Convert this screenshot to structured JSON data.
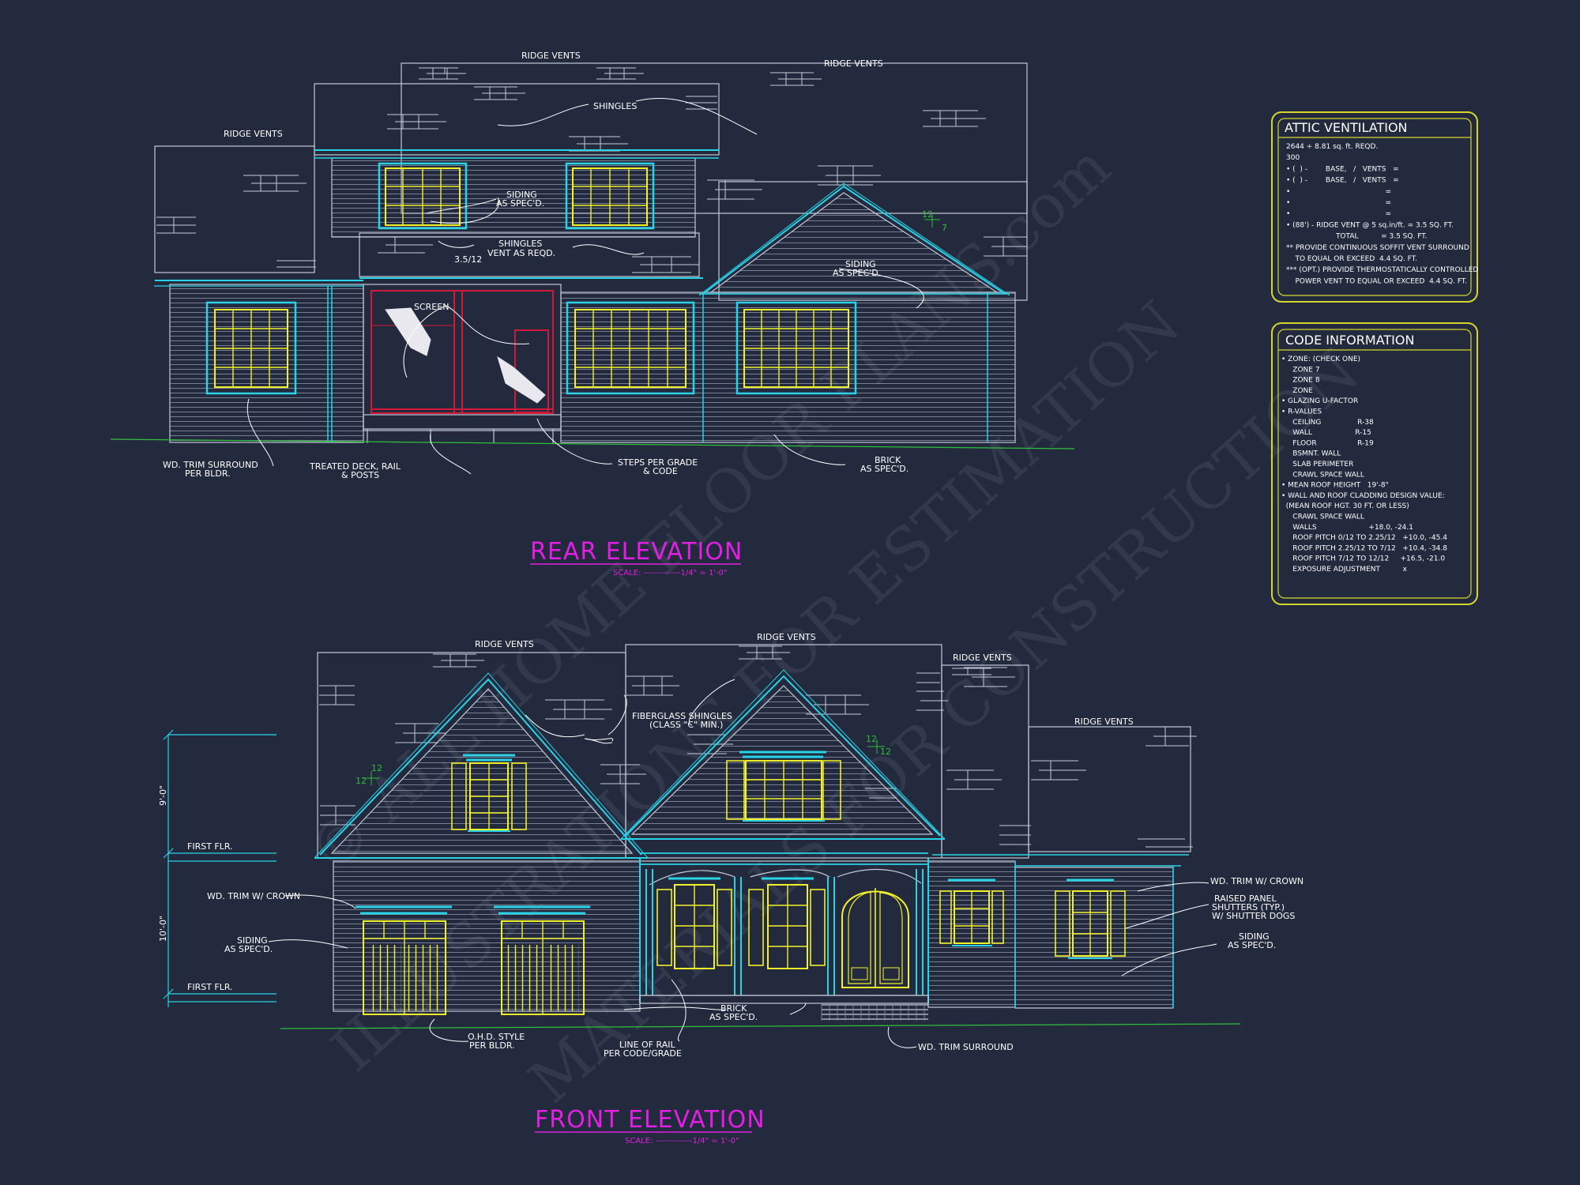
{
  "rear_elevation": {
    "title": "REAR ELEVATION",
    "scale": "SCALE: -------------1/4\" = 1'-0\"",
    "labels": {
      "ridge_vents_top": "RIDGE VENTS",
      "ridge_vents_right": "RIDGE VENTS",
      "ridge_vents_left": "RIDGE VENTS",
      "shingles": "SHINGLES",
      "siding_upper_1": "SIDING",
      "siding_upper_2": "AS SPEC'D.",
      "shingles_vent_1": "SHINGLES",
      "shingles_vent_2": "VENT AS REQD.",
      "pitch_35": "3.5/12",
      "siding_right_1": "SIDING",
      "siding_right_2": "AS SPEC'D.",
      "pitch_12": "12",
      "pitch_7": "7",
      "screen": "SCREEN",
      "wd_trim_1": "WD. TRIM SURROUND",
      "wd_trim_2": "PER BLDR.",
      "deck_1": "TREATED DECK, RAIL",
      "deck_2": "& POSTS",
      "steps_1": "STEPS PER GRADE",
      "steps_2": "& CODE",
      "brick_1": "BRICK",
      "brick_2": "AS SPEC'D."
    }
  },
  "front_elevation": {
    "title": "FRONT ELEVATION",
    "scale": "SCALE: -------------1/4\" = 1'-0\"",
    "labels": {
      "ridge_vents_left": "RIDGE VENTS",
      "ridge_vents_center": "RIDGE VENTS",
      "ridge_vents_right": "RIDGE VENTS",
      "ridge_vents_far_right": "RIDGE VENTS",
      "fiberglass_1": "FIBERGLASS SHINGLES",
      "fiberglass_2": "(CLASS \"C\" MIN.)",
      "pitch_left_a": "12",
      "pitch_left_b": "12",
      "pitch_center_a": "12",
      "pitch_center_b": "12",
      "dim_upper": "9'-0\"",
      "dim_lower": "10'-0\"",
      "first_flr_upper": "FIRST FLR.",
      "first_flr_lower": "FIRST FLR.",
      "wd_trim_crown_left": "WD. TRIM W/ CROWN",
      "siding_left_1": "SIDING",
      "siding_left_2": "AS SPEC'D.",
      "ohd_1": "O.H.D. STYLE",
      "ohd_2": "PER BLDR.",
      "brick_1": "BRICK",
      "brick_2": "AS SPEC'D.",
      "rail_1": "LINE OF RAIL",
      "rail_2": "PER CODE/GRADE",
      "wd_trim_surround": "WD. TRIM SURROUND",
      "wd_trim_crown_right": "WD. TRIM W/ CROWN",
      "shutters_1": "RAISED PANEL",
      "shutters_2": "SHUTTERS (TYP.)",
      "shutters_3": "W/ SHUTTER DOGS",
      "siding_right_1": "SIDING",
      "siding_right_2": "AS SPEC'D."
    }
  },
  "attic_ventilation": {
    "title": "ATTIC VENTILATION",
    "lines": [
      "2644 ÷ 8.81 sq. ft. REQD.",
      "300",
      "• (  ) -        BASE,   /   VENTS   =",
      "• (  ) -        BASE,   /   VENTS   =",
      "•                                          =",
      "•                                          =",
      "•                                          =",
      "• (88') - RIDGE VENT @ 5 sq.in/ft. = 3.5 SQ. FT.",
      "                      TOTAL          = 3.5 SQ. FT.",
      "** PROVIDE CONTINUOUS SOFFIT VENT SURROUND",
      "    TO EQUAL OR EXCEED  4.4 SQ. FT.",
      "*** (OPT.) PROVIDE THERMOSTATICALLY CONTROLLED",
      "    POWER VENT TO EQUAL OR EXCEED  4.4 SQ. FT."
    ]
  },
  "code_information": {
    "title": "CODE INFORMATION",
    "lines": [
      "• ZONE: (CHECK ONE)",
      "     ZONE 7",
      "     ZONE 8",
      "     ZONE",
      "• GLAZING U-FACTOR",
      "• R-VALUES",
      "     CEILING                R-38",
      "     WALL                   R-15",
      "     FLOOR                  R-19",
      "     BSMNT. WALL",
      "     SLAB PERIMETER",
      "     CRAWL SPACE WALL",
      "• MEAN ROOF HEIGHT   19'-8\"",
      "• WALL AND ROOF CLADDING DESIGN VALUE:",
      "  (MEAN ROOF HGT. 30 FT. OR LESS)",
      "     CRAWL SPACE WALL",
      "     WALLS                       +18.0, -24.1",
      "     ROOF PITCH 0/12 TO 2.25/12   +10.0, -45.4",
      "     ROOF PITCH 2.25/12 TO 7/12   +10.4, -34.8",
      "     ROOF PITCH 7/12 TO 12/12     +16.5, -21.0",
      "     EXPOSURE ADJUSTMENT          x"
    ]
  },
  "watermark": {
    "line1": "© ALL HOME FLOOR PLANS.com",
    "line2": "ILLUSTRATIONS FOR ESTIMATION",
    "line3": "MATERIALS FOR CONSTRUCTION"
  },
  "colors": {
    "background": "#232a3e",
    "wall_lines": "#c3c9d6",
    "trim": "#2ad2e6",
    "windows": "#f1f12a",
    "screen_frame": "#d11a3a",
    "ground": "#2fbf3a",
    "title": "#e21fe2",
    "table_border": "#d6d62c"
  }
}
